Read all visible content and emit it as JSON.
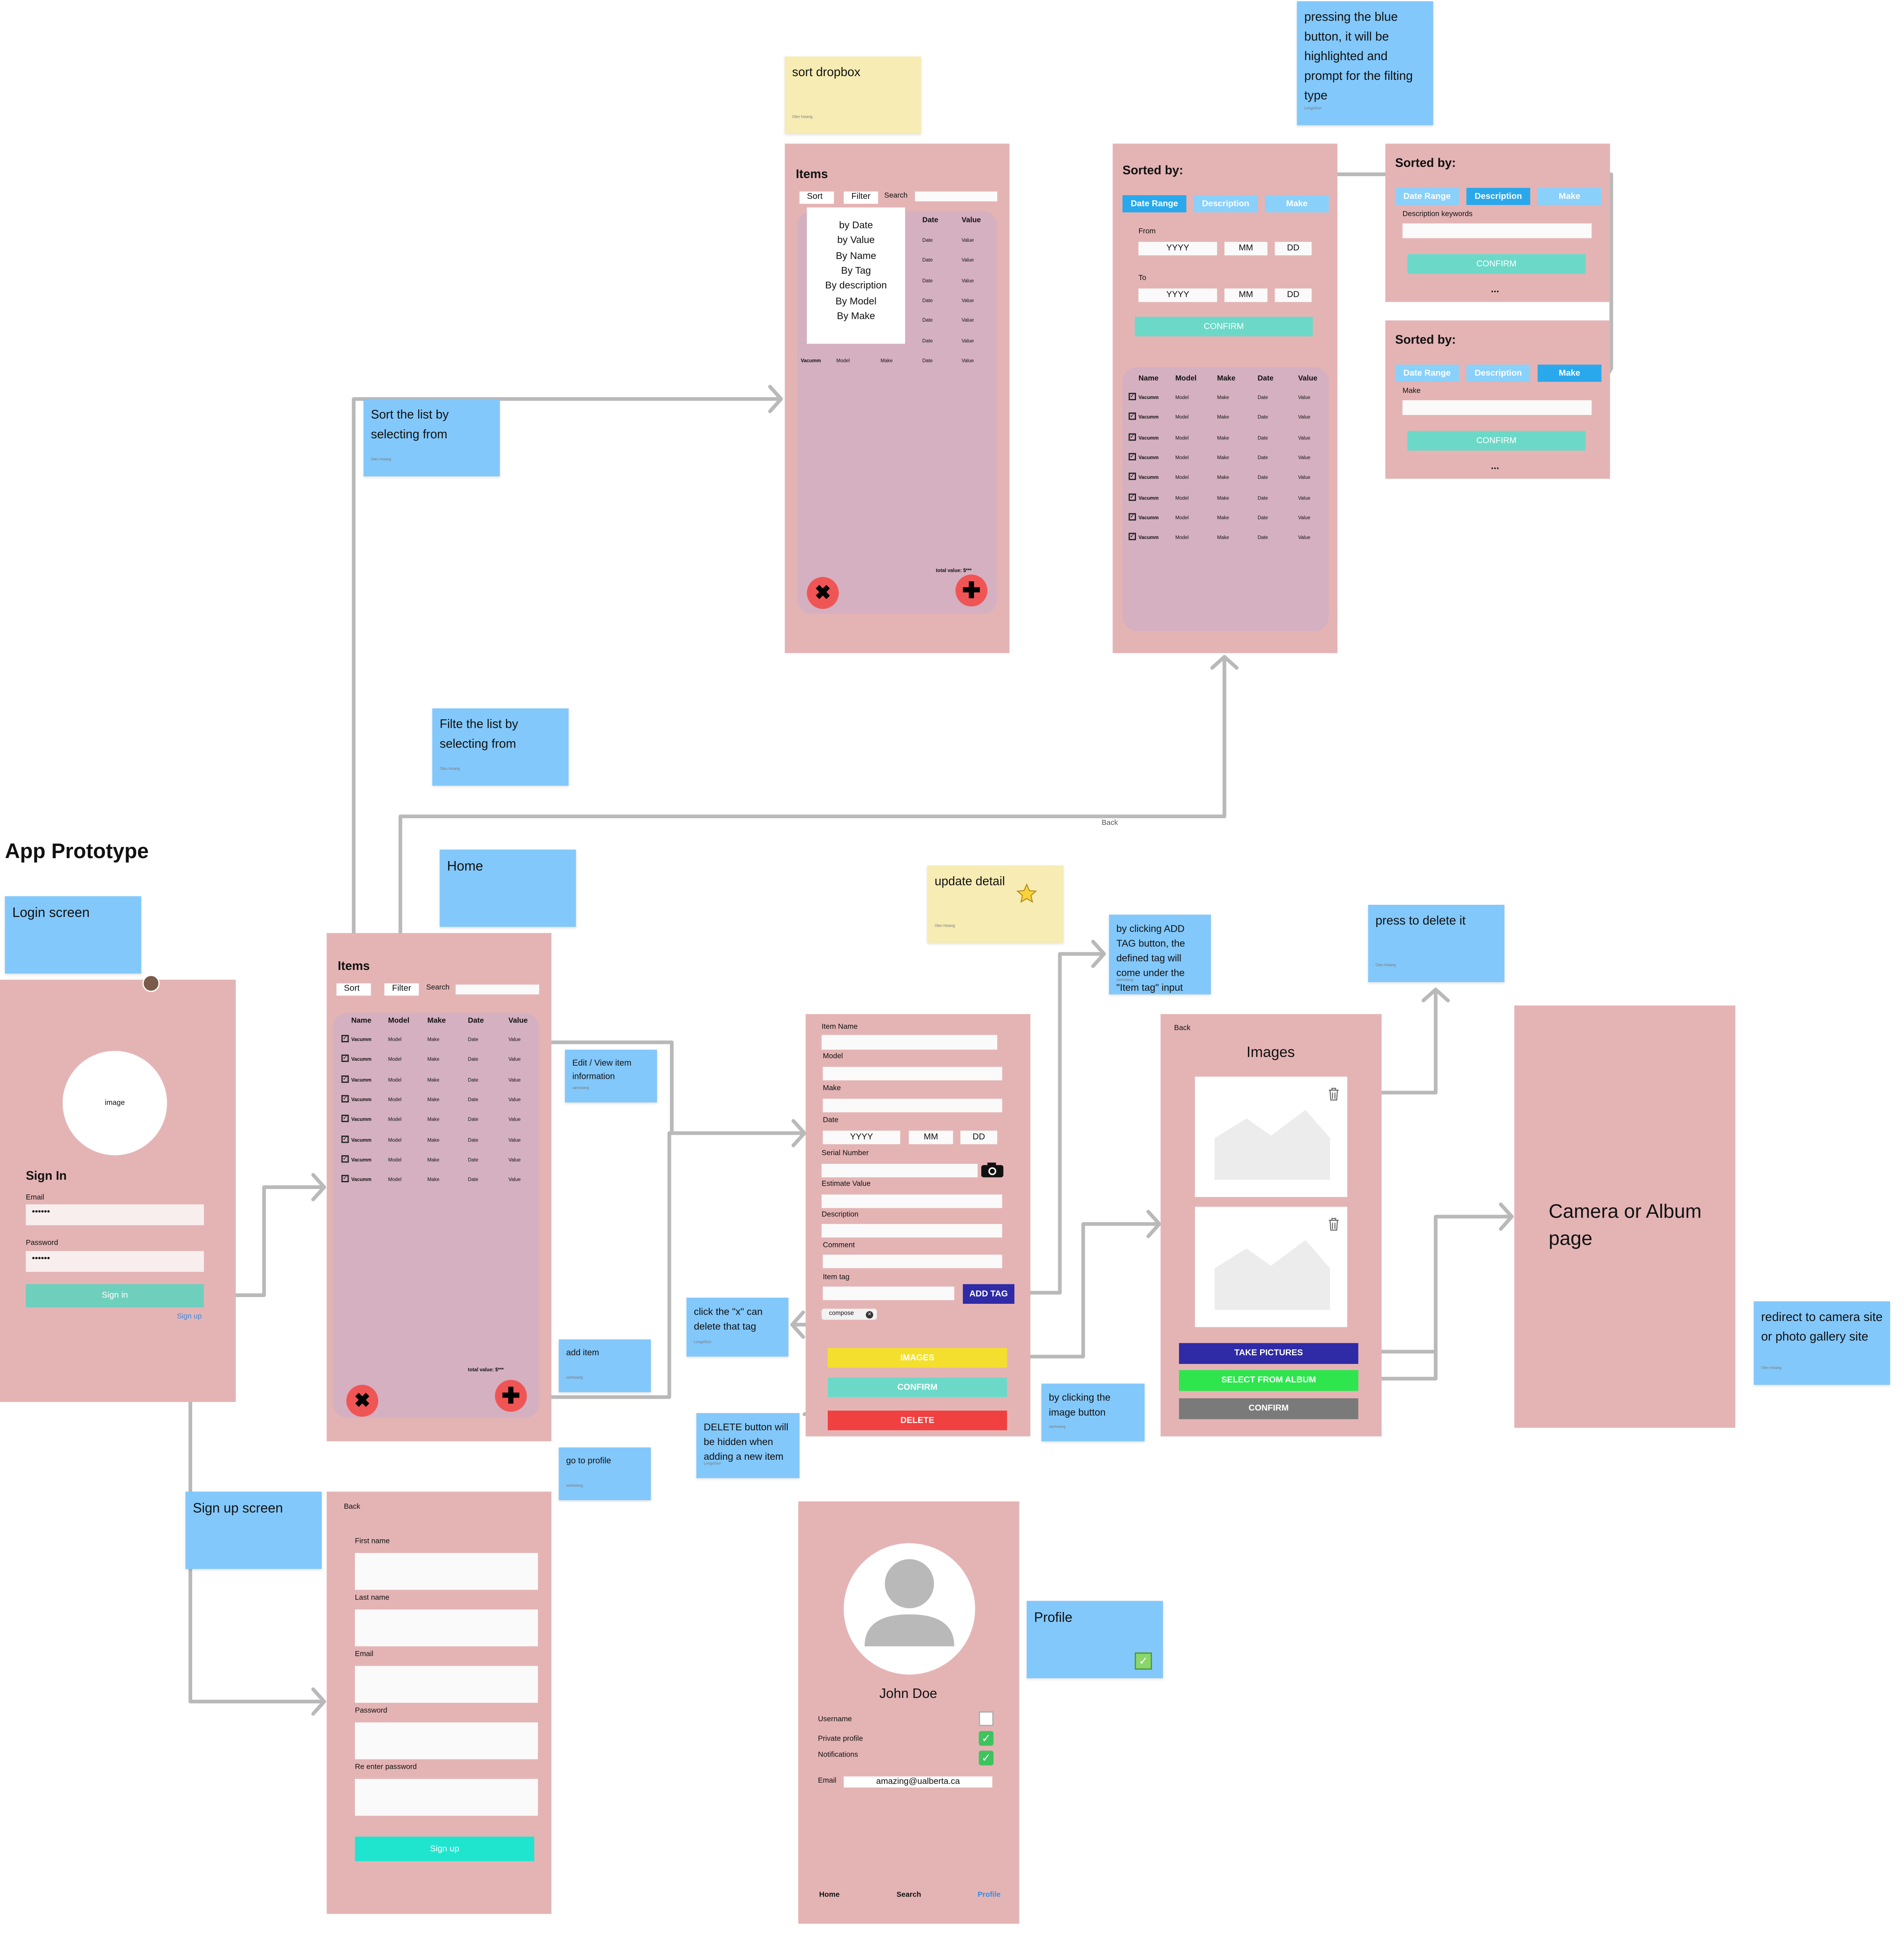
{
  "title": "App Prototype",
  "stickies": {
    "login": "Login screen",
    "home": "Home",
    "sort": "Sort the list by selecting from",
    "filter": "Filte the list by selecting from",
    "sort_dropbox": "sort dropbox",
    "blue_button": "pressing the blue button, it will be highlighted and prompt for the filting type",
    "update": "update detail",
    "addtag": "by clicking ADD TAG button, the defined tag will come under the \"Item tag\" input",
    "press_delete": "press to delete it",
    "edit_view": "Edit / View item information",
    "add_item": "add item",
    "go_profile": "go to profile",
    "click_x": "click the \"x\" can delete that tag",
    "delete_hidden": "DELETE button will be hidden when adding a new item",
    "clicking_image": "by clicking the image button",
    "signup_screen": "Sign up screen",
    "profile": "Profile",
    "redirect": "redirect to camera site or photo gallery site",
    "back_label": "Back"
  },
  "login": {
    "image": "image",
    "heading": "Sign In",
    "email_label": "Email",
    "email_value": "••••••",
    "password_label": "Password",
    "password_value": "••••••",
    "signin": "Sign in",
    "signup_link": "Sign up"
  },
  "items": {
    "title": "Items",
    "sort": "Sort",
    "filter": "Filter",
    "search": "Search",
    "headers": [
      "Name",
      "Model",
      "Make",
      "Date",
      "Value"
    ],
    "row": [
      "Vacumm",
      "Model",
      "Make",
      "Date",
      "Value"
    ],
    "total": "total value: $***"
  },
  "dropdown": [
    "by Date",
    "by Value",
    "By Name",
    "By Tag",
    "By description",
    "By Model",
    "By Make"
  ],
  "sorted": {
    "title": "Sorted by:",
    "date_range": "Date Range",
    "description": "Description",
    "make": "Make",
    "from": "From",
    "to": "To",
    "yyyy": "YYYY",
    "mm": "MM",
    "dd": "DD",
    "confirm": "CONFIRM",
    "desc_keywords": "Description keywords",
    "make_label": "Make",
    "dots": "..."
  },
  "detail": {
    "item_name": "Item Name",
    "model": "Model",
    "make": "Make",
    "date": "Date",
    "yyyy": "YYYY",
    "mm": "MM",
    "dd": "DD",
    "serial": "Serial Number",
    "estimate": "Estimate Value",
    "description": "Description",
    "comment": "Comment",
    "item_tag": "Item tag",
    "add_tag": "ADD TAG",
    "chip": "compose",
    "images": "IMAGES",
    "confirm": "CONFIRM",
    "delete": "DELETE"
  },
  "images_screen": {
    "back": "Back",
    "title": "Images",
    "take": "TAKE PICTURES",
    "select": "SELECT FROM ALBUM",
    "confirm": "CONFIRM"
  },
  "camera": {
    "text": "Camera or Album page"
  },
  "signup": {
    "back": "Back",
    "first": "First name",
    "last": "Last name",
    "email": "Email",
    "password": "Password",
    "reenter": "Re enter password",
    "button": "Sign up"
  },
  "profile_screen": {
    "name": "John Doe",
    "username": "Username",
    "private": "Private profile",
    "notifications": "Notifications",
    "email_label": "Email",
    "email_value": "amazing@ualberta.ca",
    "nav_home": "Home",
    "nav_search": "Search",
    "nav_profile": "Profile"
  },
  "colors": {
    "frame": "#e4b4b5",
    "inner": "#d4b0c0",
    "sticky_blue": "#83c8fb",
    "sticky_yellow": "#f6ecb4",
    "teal": "#6cd9c8",
    "tab_active": "#2aa8ec",
    "tab_inactive": "#89d0fb",
    "navy": "#2f2aa6",
    "red": "#f04040",
    "yellow": "#f5df2e",
    "green": "#2ee54e",
    "gray": "#7a7a7a"
  }
}
